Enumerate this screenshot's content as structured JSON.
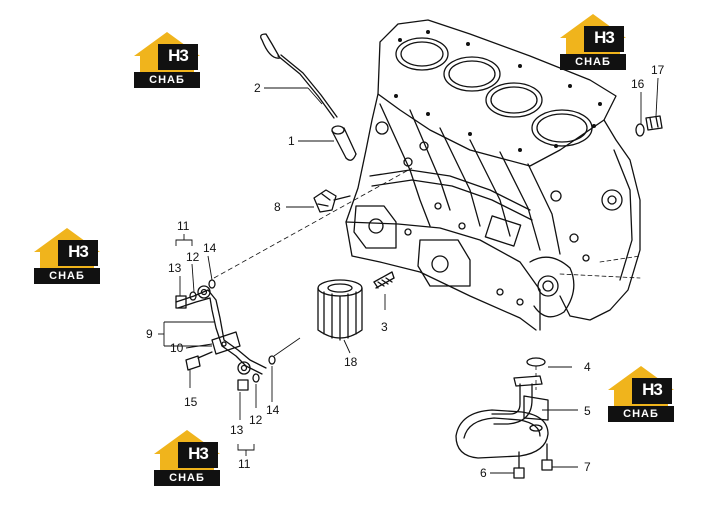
{
  "diagram": {
    "labels": [
      {
        "id": "1",
        "text": "1"
      },
      {
        "id": "2",
        "text": "2"
      },
      {
        "id": "3",
        "text": "3"
      },
      {
        "id": "4",
        "text": "4"
      },
      {
        "id": "5",
        "text": "5"
      },
      {
        "id": "6",
        "text": "6"
      },
      {
        "id": "7",
        "text": "7"
      },
      {
        "id": "8",
        "text": "8"
      },
      {
        "id": "9",
        "text": "9"
      },
      {
        "id": "10",
        "text": "10"
      },
      {
        "id": "11a",
        "text": "11"
      },
      {
        "id": "11b",
        "text": "11"
      },
      {
        "id": "12a",
        "text": "12"
      },
      {
        "id": "12b",
        "text": "12"
      },
      {
        "id": "13a",
        "text": "13"
      },
      {
        "id": "13b",
        "text": "13"
      },
      {
        "id": "14a",
        "text": "14"
      },
      {
        "id": "14b",
        "text": "14"
      },
      {
        "id": "15",
        "text": "15"
      },
      {
        "id": "16",
        "text": "16"
      },
      {
        "id": "17",
        "text": "17"
      },
      {
        "id": "18",
        "text": "18"
      }
    ]
  },
  "watermark": {
    "top_text": "Н3",
    "bottom_text": "СНАБ",
    "colors": {
      "house": "#f0b41c",
      "panel": "#111111",
      "text": "#ffffff"
    }
  }
}
